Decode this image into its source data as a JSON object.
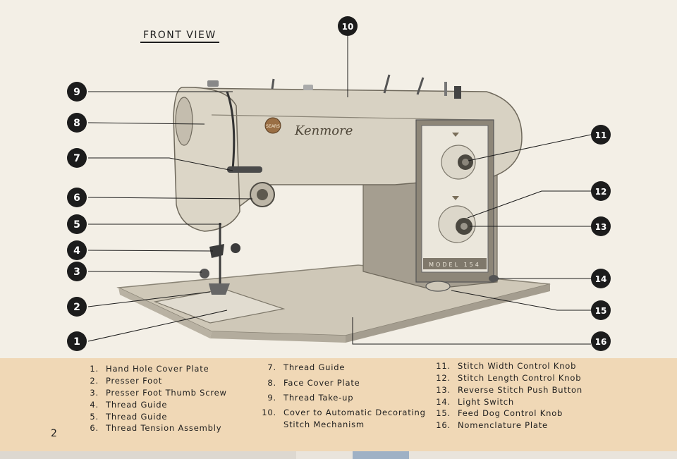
{
  "title": "FRONT VIEW",
  "brand_badge": "SEARS",
  "brand_script": "Kenmore",
  "model_plate": "MODEL 154",
  "callouts": [
    "1",
    "2",
    "3",
    "4",
    "5",
    "6",
    "7",
    "8",
    "9",
    "10",
    "11",
    "12",
    "13",
    "14",
    "15",
    "16"
  ],
  "legend": [
    {
      "number": "1.",
      "label": "Hand Hole Cover Plate"
    },
    {
      "number": "2.",
      "label": "Presser Foot"
    },
    {
      "number": "3.",
      "label": "Presser Foot Thumb Screw"
    },
    {
      "number": "4.",
      "label": "Thread Guide"
    },
    {
      "number": "5.",
      "label": "Thread Guide"
    },
    {
      "number": "6.",
      "label": "Thread Tension Assembly"
    },
    {
      "number": "7.",
      "label": "Thread Guide"
    },
    {
      "number": "8.",
      "label": "Face Cover Plate"
    },
    {
      "number": "9.",
      "label": "Thread Take-up"
    },
    {
      "number": "10.",
      "label": "Cover to Automatic Decorating"
    },
    {
      "number": "",
      "label": "Stitch Mechanism"
    },
    {
      "number": "11.",
      "label": "Stitch Width Control Knob"
    },
    {
      "number": "12.",
      "label": "Stitch Length Control Knob"
    },
    {
      "number": "13.",
      "label": "Reverse Stitch Push Button"
    },
    {
      "number": "14.",
      "label": "Light Switch"
    },
    {
      "number": "15.",
      "label": "Feed Dog Control Knob"
    },
    {
      "number": "16.",
      "label": "Nomenclature Plate"
    }
  ],
  "page_number": "2",
  "colors": {
    "page": "#f3efe6",
    "band": "#f0d8b6",
    "ink": "#1c1c1c",
    "machine": "#d8d2c3",
    "machine_shade": "#a8a294",
    "panel": "#8d8678"
  }
}
